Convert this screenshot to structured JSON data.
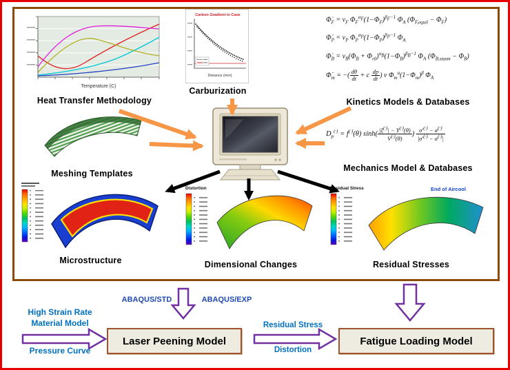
{
  "diagram": {
    "top_panel": {
      "heat_transfer": {
        "label": "Heat Transfer Methodology",
        "xlabel": "Temperature (C)"
      },
      "carburization": {
        "label": "Carburization",
        "chart_title": "Carbon Gradient in Case",
        "xlabel": "Distance (mm)"
      },
      "kinetics": {
        "label": "Kinetics Models & Databases",
        "equations": [
          "Φ̇<sub>F</sub> = ν<sub>F</sub> Φ<sub>F</sub><sup>α<sub>F</sub></sup>(1−Φ<sub>F</sub>)<sup>β<sub>F</sub>−1</sup> Φ<sub>A</sub> (Φ<sub>F,equil</sub> − Φ<sub>F</sub>)",
          "Φ̇<sub>P</sub> = ν<sub>P</sub> Φ<sub>P</sub><sup>α<sub>P</sub></sup>(1−Φ<sub>P</sub>)<sup>β<sub>P</sub>−1</sup> Φ<sub>A</sub>",
          "Φ̇<sub>B</sub> = ν<sub>B</sub>(Φ<sub>B</sub> + Φ<sub>ε0</sub>)<sup>α<sub>B</sub></sup>(1−Φ<sub>B</sub>)<sup>β<sub>B</sub>−1</sup> Φ<sub>A</sub> (Φ<sub>B,stasm</sub> − Φ<sub>B</sub>)",
          "Φ̇<sub>m</sub> = −(<span class=\"frac\"><span class=\"num\">dθ</span><span class=\"den\">dt</span></span> + c <span class=\"frac\"><span class=\"num\">dp</span><span class=\"den\">dt</span></span>) ν Φ<sub>m</sub><sup>a</sup>(1−Φ<sub>m</sub>)<sup>β</sup> Φ<sub>A</sub>"
        ]
      },
      "meshing": {
        "label": "Meshing Templates"
      },
      "mechanics": {
        "label": "Mechanics Model & Databases",
        "equation": "D<sub>p</sub><sup>(·)</sup> = f<sup>(·)</sup>(θ) sinh(<span class=\"frac\"><span class=\"num\">|ξ<sup>(·)</sup>| − Y<sup>(·)</sup>(θ)</span><span class=\"den\">V<sup>(·)</sup>(θ)</span></span>) <span class=\"frac\"><span class=\"num\">σ′<sup>(·)</sup> − α<sup>(·)</sup></span><span class=\"den\">|σ′<sup>(·)</sup> − α<sup>(·)</sup>|</span></span>"
      },
      "microstructure": {
        "label": "Microstructure"
      },
      "dimensional": {
        "label": "Dimensional Changes",
        "legend_title": "Distortion"
      },
      "residual": {
        "label": "Residual Stresses",
        "legend_title": "Residual Stress",
        "annotation": "End of Aircool"
      }
    },
    "bottom": {
      "abaqus_std": "ABAQUS/STD",
      "abaqus_exp": "ABAQUS/EXP",
      "input_line1": "High Strain Rate",
      "input_line2": "Material Model",
      "input_line3": "Pressure Curve",
      "laser_box": "Laser Peening Model",
      "transfer_line1": "Residual Stress",
      "transfer_line2": "Distortion",
      "fatigue_box": "Fatigue Loading Model"
    },
    "colors": {
      "outer_border": "#e60000",
      "panel_border": "#8a4b08",
      "orange_arrow": "#f79646",
      "black_arrow": "#000000",
      "purple_arrow": "#7030a0",
      "blue_text": "#0070c0",
      "box_fill": "#eeece1",
      "box_border": "#a0522d"
    }
  }
}
